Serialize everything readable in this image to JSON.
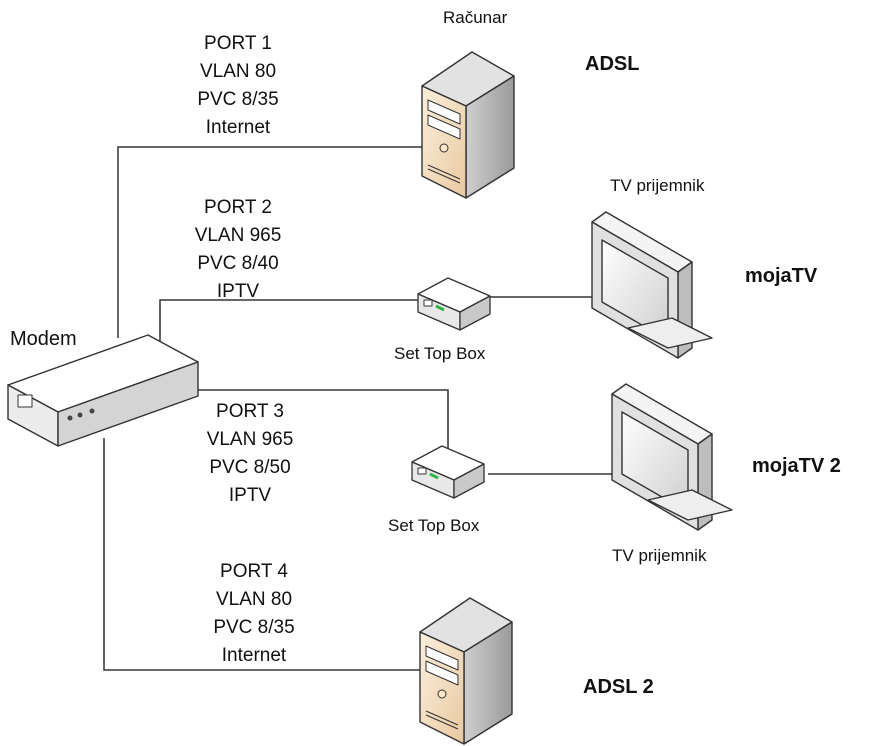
{
  "modem": {
    "label": "Modem"
  },
  "ports": [
    {
      "port": "PORT 1",
      "vlan": "VLAN 80",
      "pvc": "PVC 8/35",
      "service": "Internet"
    },
    {
      "port": "PORT 2",
      "vlan": "VLAN 965",
      "pvc": "PVC 8/40",
      "service": "IPTV"
    },
    {
      "port": "PORT 3",
      "vlan": "VLAN 965",
      "pvc": "PVC 8/50",
      "service": "IPTV"
    },
    {
      "port": "PORT 4",
      "vlan": "VLAN 80",
      "pvc": "PVC 8/35",
      "service": "Internet"
    }
  ],
  "devices": {
    "computer": "Računar",
    "tv_1": "TV prijemnik",
    "tv_2": "TV prijemnik",
    "stb_1": "Set Top Box",
    "stb_2": "Set Top Box"
  },
  "services": {
    "adsl": "ADSL",
    "mojatv": "mojaTV",
    "mojatv2": "mojaTV 2",
    "adsl2": "ADSL 2"
  },
  "colors": {
    "line": "#333333",
    "pc_body": "#f3d9b2",
    "tv_frame": "#e4e4e4",
    "led": "#2fb34a"
  }
}
